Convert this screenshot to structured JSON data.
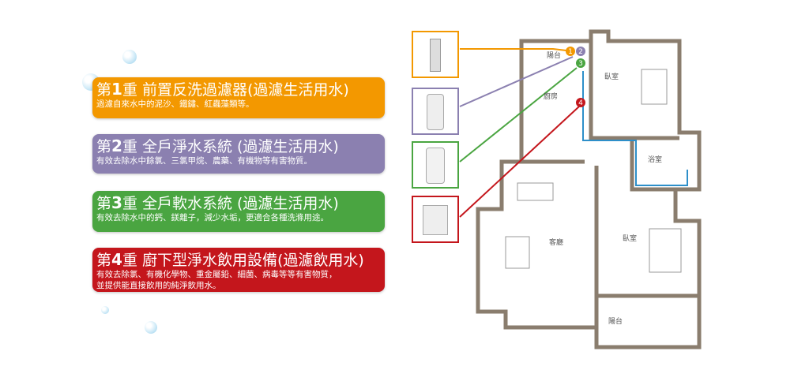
{
  "colors": {
    "stage1": "#f39800",
    "stage2": "#8b80b0",
    "stage3": "#4aa541",
    "stage4": "#c4161c",
    "pipe": "#2d8fc9"
  },
  "stages": [
    {
      "prefix": "第",
      "num": "1",
      "title": "重 前置反洗過濾器(過濾生活用水)",
      "desc": [
        "過濾自來水中的泥沙、鐵鏽、紅蟲藻類等。"
      ]
    },
    {
      "prefix": "第",
      "num": "2",
      "title": "重 全戶淨水系統 (過濾生活用水)",
      "desc": [
        "有效去除水中餘氯、三氯甲烷、農藥、有機物等有害物質。"
      ]
    },
    {
      "prefix": "第",
      "num": "3",
      "title": "重 全戶軟水系統 (過濾生活用水)",
      "desc": [
        "有效去除水中的鈣、鎂離子，減少水垢，更適合各種洗滌用途。"
      ]
    },
    {
      "prefix": "第",
      "num": "4",
      "title": "重 廚下型淨水飲用設備(過濾飲用水)",
      "desc": [
        "有效去除氯、有機化學物、重金屬鉛、細菌、病毒等等有害物質，",
        "並提供能直接飲用的純淨飲用水。"
      ]
    }
  ],
  "rooms": {
    "balcony_top": "陽台",
    "kitchen": "廚房",
    "bedroom1": "臥室",
    "bathroom": "浴室",
    "living": "客廳",
    "bedroom2": "臥室",
    "balcony_bottom": "陽台"
  },
  "markers": [
    "1",
    "2",
    "3",
    "4"
  ]
}
